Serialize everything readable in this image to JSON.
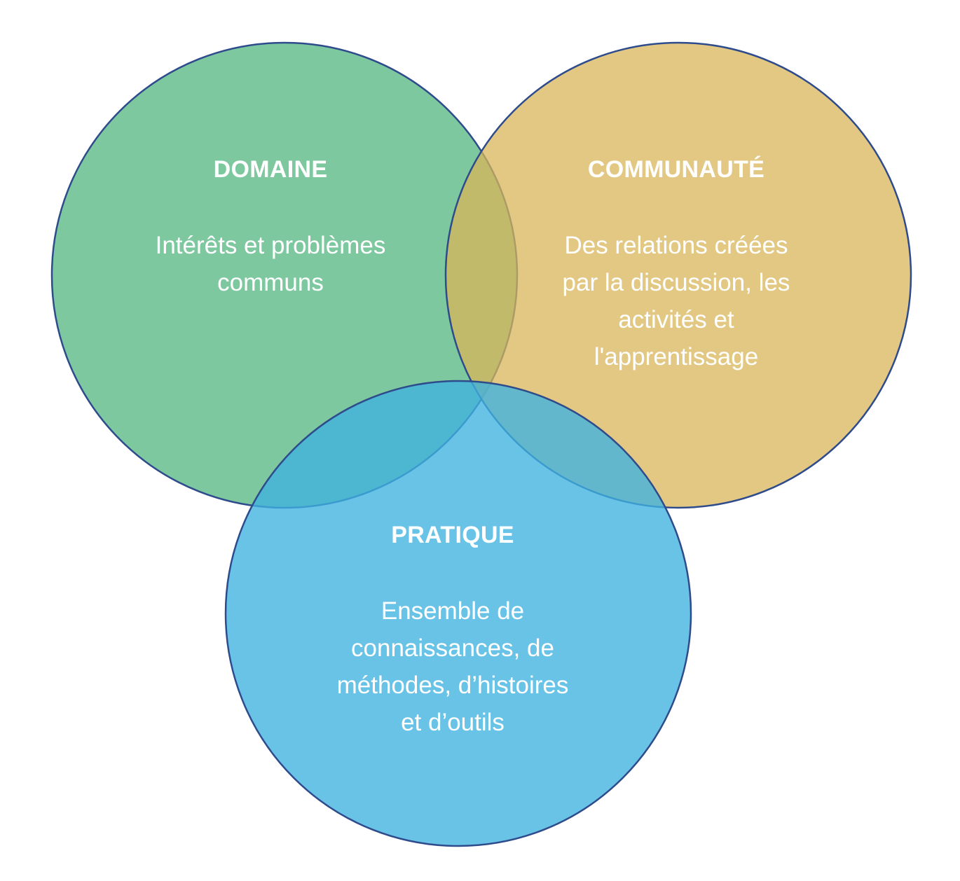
{
  "diagram": {
    "sets": [
      {
        "id": "domaine",
        "title": "DOMAINE",
        "lines": [
          "Intérêts et problèmes",
          "communs"
        ],
        "color": "#7EC8A0"
      },
      {
        "id": "communaute",
        "title": "COMMUNAUTÉ",
        "lines": [
          "Des relations créées",
          "par la discussion, les",
          "activités et",
          "l'apprentissage"
        ],
        "color": "#E0C681"
      },
      {
        "id": "pratique",
        "title": "PRATIQUE",
        "lines": [
          "Ensemble de",
          "connaissances, de",
          "méthodes, d’histoires",
          "et d’outils"
        ],
        "color": "#5ABDE3"
      }
    ],
    "outline_color": "#2E4B8C"
  }
}
